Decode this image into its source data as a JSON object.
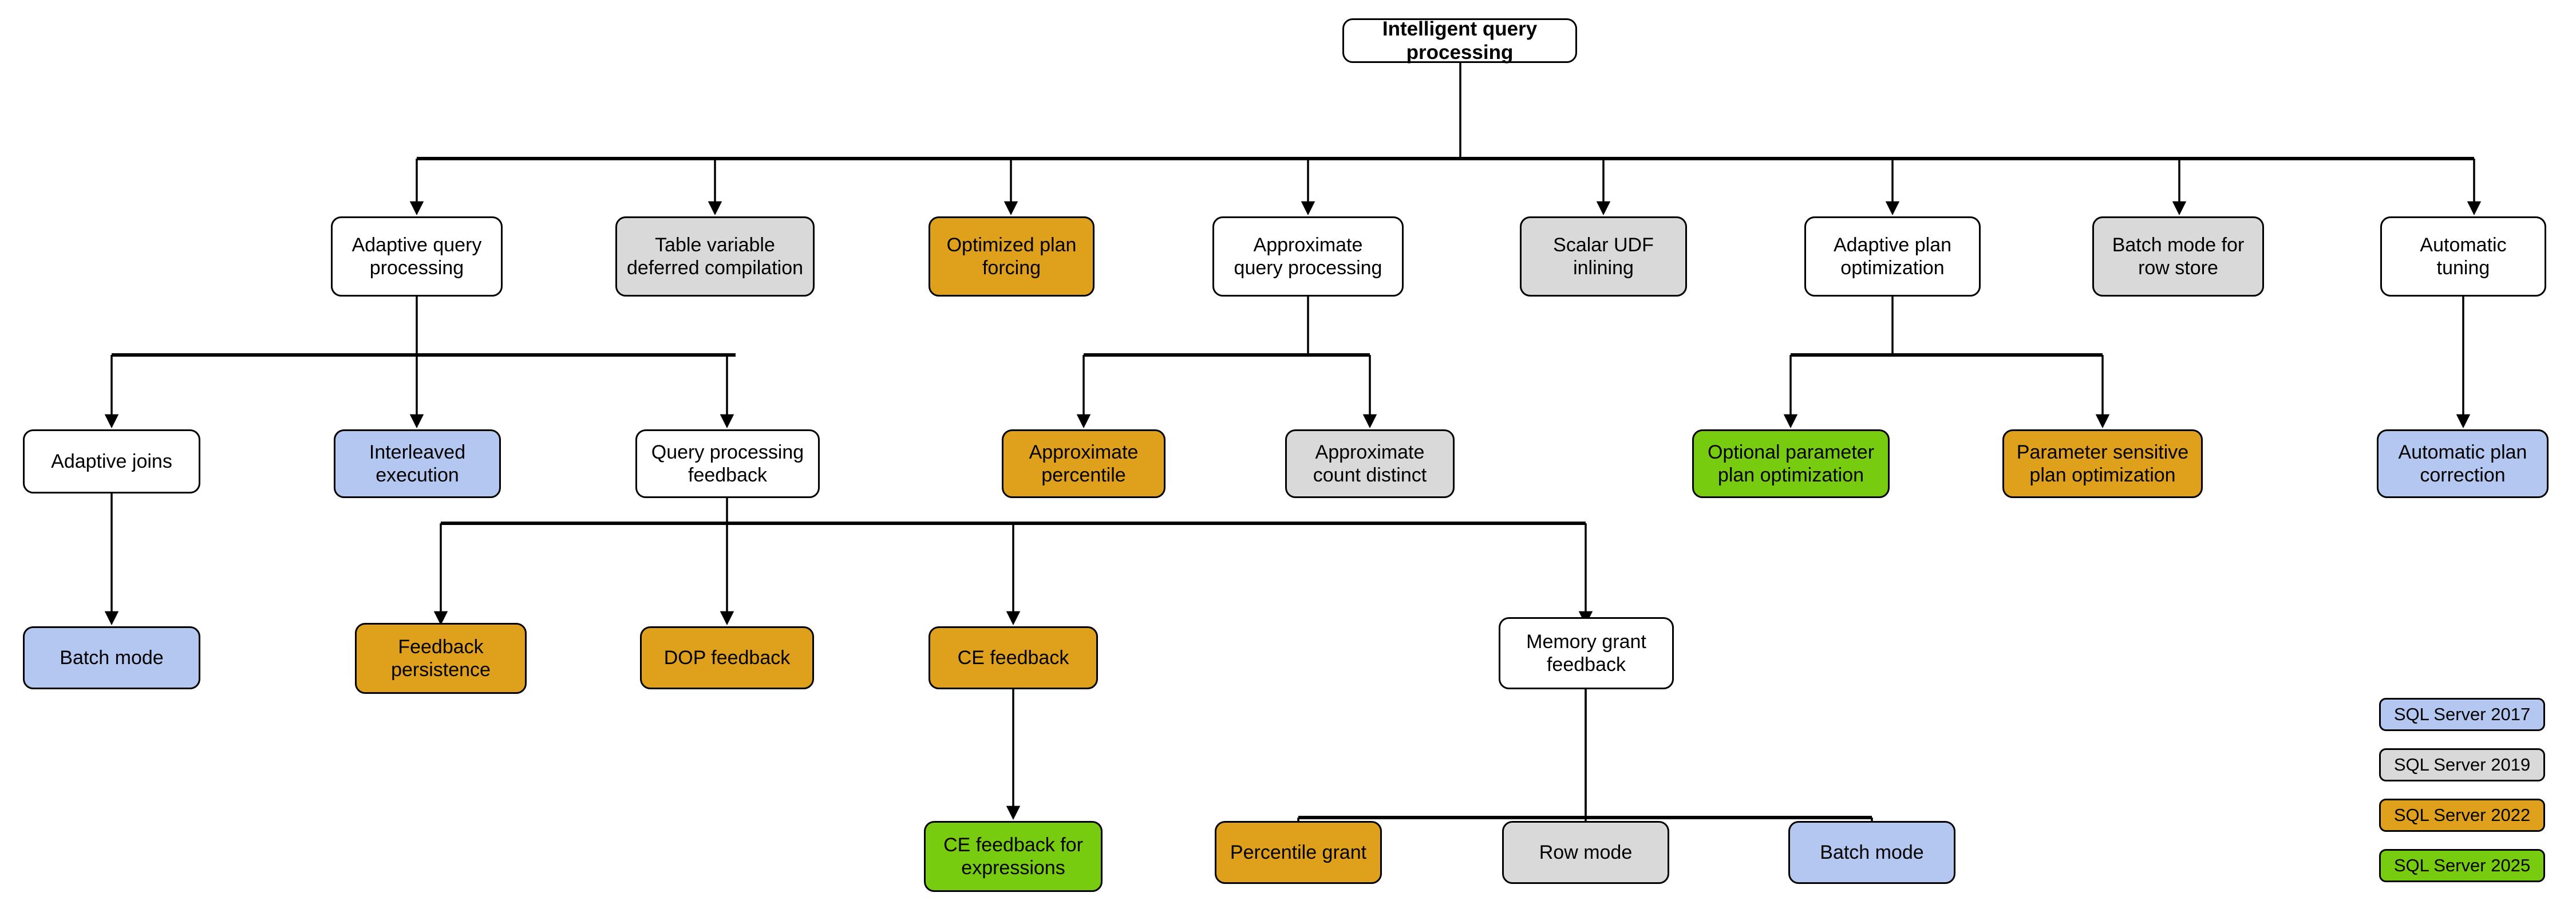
{
  "diagram": {
    "title": "Intelligent query processing",
    "palette": {
      "white": "#ffffff",
      "gray": "#d9d9d9",
      "blue": "#b4c7f0",
      "orange": "#dfa11c",
      "green": "#77cc10",
      "stroke": "#000000"
    },
    "nodes": {
      "root": "Intelligent query processing",
      "adaptive_query_processing": "Adaptive query\nprocessing",
      "table_variable_deferred_compilation": "Table variable\ndeferred compilation",
      "optimized_plan_forcing": "Optimized plan\nforcing",
      "approximate_query_processing": "Approximate\nquery processing",
      "scalar_udf_inlining": "Scalar UDF\ninlining",
      "adaptive_plan_optimization": "Adaptive plan\noptimization",
      "batch_mode_for_row_store": "Batch mode for\nrow store",
      "automatic_tuning": "Automatic\ntuning",
      "adaptive_joins": "Adaptive joins",
      "interleaved_execution": "Interleaved\nexecution",
      "query_processing_feedback": "Query processing\nfeedback",
      "approximate_percentile": "Approximate\npercentile",
      "approximate_count_distinct": "Approximate\ncount distinct",
      "optional_parameter_plan_optimization": "Optional parameter\nplan optimization",
      "parameter_sensitive_plan_optimization": "Parameter sensitive\nplan optimization",
      "automatic_plan_correction": "Automatic plan\ncorrection",
      "batch_mode_aj": "Batch mode",
      "feedback_persistence": "Feedback\npersistence",
      "dop_feedback": "DOP feedback",
      "ce_feedback": "CE feedback",
      "memory_grant_feedback": "Memory grant\nfeedback",
      "ce_feedback_for_expressions": "CE feedback for\nexpressions",
      "percentile_grant": "Percentile grant",
      "row_mode": "Row mode",
      "batch_mode_mgf": "Batch mode"
    },
    "legend": [
      {
        "label": "SQL Server 2017",
        "color": "#b4c7f0"
      },
      {
        "label": "SQL Server 2019",
        "color": "#d9d9d9"
      },
      {
        "label": "SQL Server 2022",
        "color": "#dfa11c"
      },
      {
        "label": "SQL Server 2025",
        "color": "#77cc10"
      }
    ]
  }
}
